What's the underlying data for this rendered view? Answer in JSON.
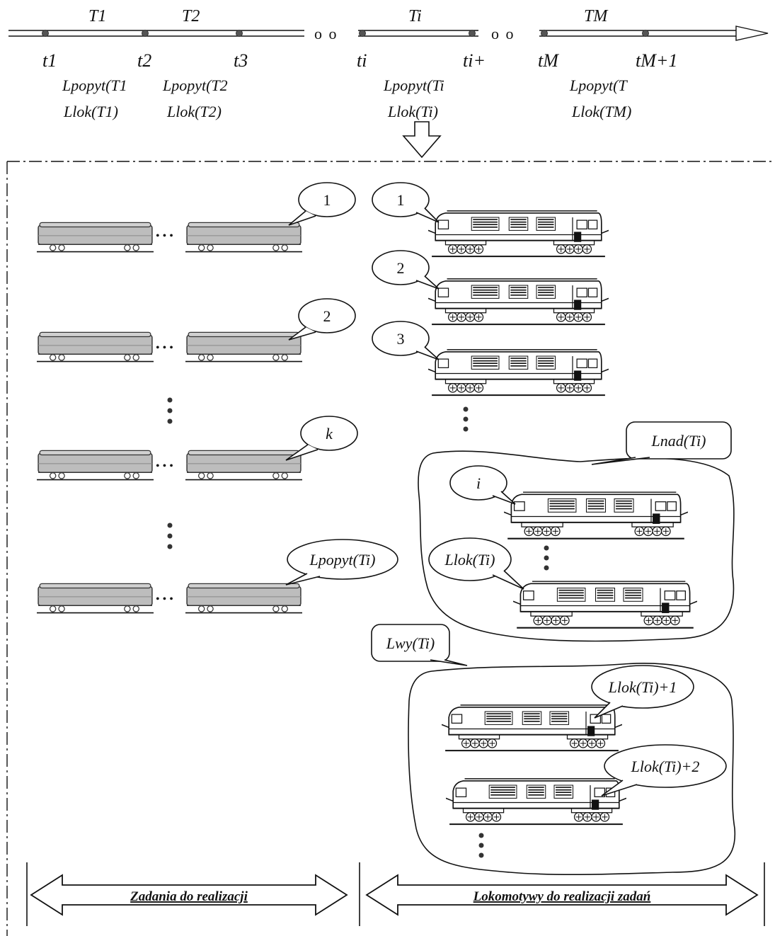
{
  "timeline": {
    "periods": [
      "T1",
      "T2",
      "Ti",
      "TM"
    ],
    "points": [
      "t1",
      "t2",
      "t3",
      "ti",
      "ti+",
      "tM",
      "tM+1"
    ],
    "ellipsis": "o o",
    "columns": [
      {
        "demand": "Lpopyt(T1",
        "loco": "Llok(T1)"
      },
      {
        "demand": "Lpopyt(T2",
        "loco": "Llok(T2)"
      },
      {
        "demand": "Lpopyt(Ti",
        "loco": "Llok(Ti)"
      },
      {
        "demand": "Lpopyt(T",
        "loco": "Llok(TM)"
      }
    ]
  },
  "tasks": {
    "callouts": [
      "1",
      "2",
      "k",
      "Lpopyt(Ti)"
    ],
    "ellipsis": "• • •"
  },
  "locomotives": {
    "callouts": [
      "1",
      "2",
      "3"
    ],
    "surplus_group_label": "Lnad(Ti)",
    "surplus_callouts": [
      "i",
      "Llok(Ti)"
    ],
    "rental_group_label": "Lwy(Ti)",
    "rental_callouts": [
      "Llok(Ti)+1",
      "Llok(Ti)+2"
    ]
  },
  "footer": {
    "left": "Zadania do realizacji",
    "right": "Lokomotywy do realizacji zadań"
  },
  "colors": {
    "ink": "#111111",
    "wagon_fill": "#bdbdbd",
    "background": "#ffffff"
  }
}
